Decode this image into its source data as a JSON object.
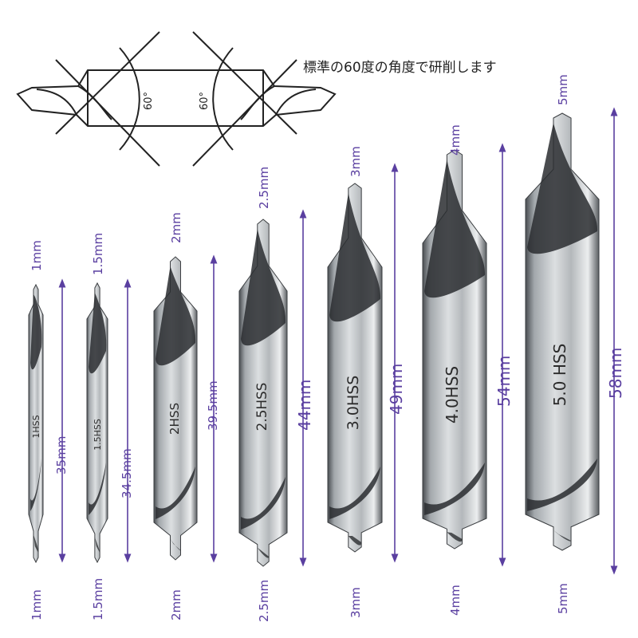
{
  "headline": "標準の60度の角度で研削します",
  "diagram": {
    "left_angle": "60°",
    "right_angle": "60°"
  },
  "colors": {
    "annotation": "#5a3fa0",
    "steel_dark": "#2a2d30",
    "steel_light": "#eef0f1",
    "line": "#222222"
  },
  "bits": [
    {
      "top_size": "1mm",
      "bottom_size": "1mm",
      "engraving": "1HSS",
      "length": "35mm"
    },
    {
      "top_size": "1.5mm",
      "bottom_size": "1.5mm",
      "engraving": "1.5HSS",
      "length": "34.5mm"
    },
    {
      "top_size": "2mm",
      "bottom_size": "2mm",
      "engraving": "2HSS",
      "length": "39.5mm"
    },
    {
      "top_size": "2.5mm",
      "bottom_size": "2.5mm",
      "engraving": "2.5HSS",
      "length": "44mm"
    },
    {
      "top_size": "3mm",
      "bottom_size": "3mm",
      "engraving": "3.0HSS",
      "length": "49mm"
    },
    {
      "top_size": "4mm",
      "bottom_size": "4mm",
      "engraving": "4.0HSS",
      "length": "54mm"
    },
    {
      "top_size": "5mm",
      "bottom_size": "5mm",
      "engraving": "5.0 HSS",
      "length": "58mm"
    }
  ]
}
